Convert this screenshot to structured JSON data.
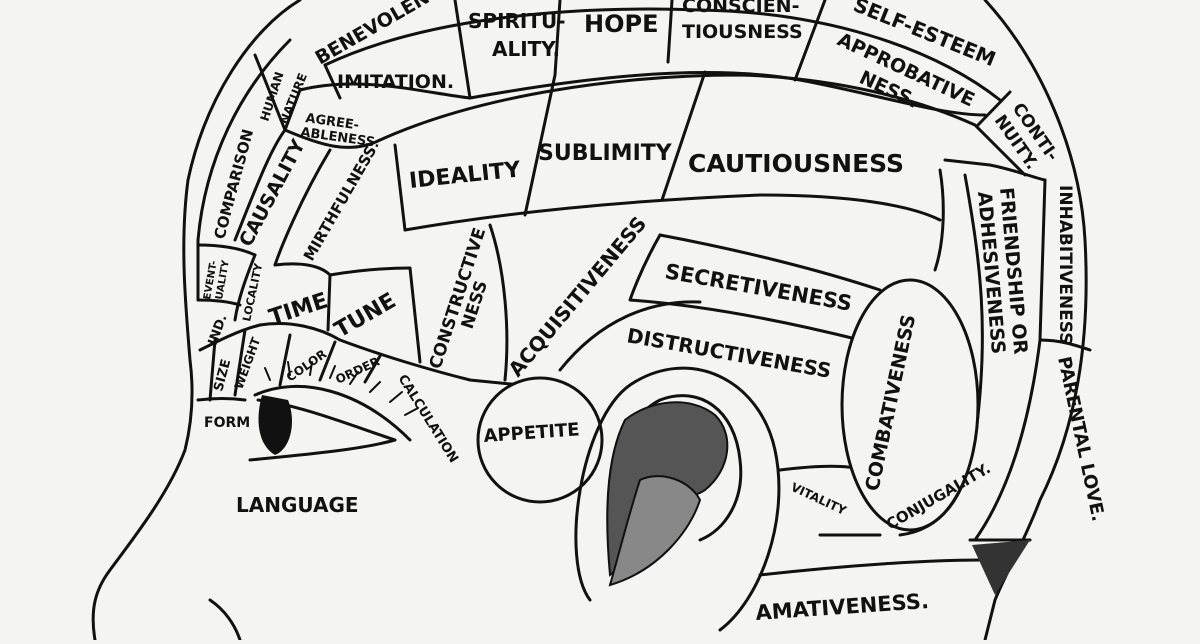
{
  "regions": {
    "benevolence": "BENEVOLENCE",
    "spirituality_1": "SPIRITU-",
    "spirituality_2": "ALITY.",
    "hope": "HOPE",
    "conscientiousness_1": "CONSCIEN-",
    "conscientiousness_2": "TIOUSNESS",
    "self_esteem": "SELF-ESTEEM",
    "approbativeness_1": "APPROBATIVE",
    "approbativeness_2": "NESS.",
    "continuity_1": "CONTI-",
    "continuity_2": "NUITY.",
    "human_nature_1": "HUMAN",
    "human_nature_2": "NATURE",
    "imitation": "IMITATION.",
    "agreeableness_1": "AGREE-",
    "agreeableness_2": "ABLENESS.",
    "ideality": "IDEALITY",
    "sublimity": "SUBLIMITY",
    "cautiousness": "CAUTIOUSNESS",
    "comparison": "COMPARISON",
    "causality": "CAUSALITY",
    "mirthfulness": "MIRTHFULNESS",
    "friendship_1": "FRIENDSHIP OR",
    "friendship_2": "ADHESIVENESS",
    "inhabitiveness": "INHABITIVENESS",
    "eventuality_1": "EVENT-",
    "eventuality_2": "UALITY",
    "locality": "LOCALITY",
    "time": "TIME",
    "tune": "TUNE",
    "constructiveness_1": "CONSTRUCTIVE",
    "constructiveness_2": "NESS",
    "acquisitiveness": "ACQUISITIVENESS",
    "secretiveness": "SECRETIVENESS",
    "destructiveness": "DISTRUCTIVENESS",
    "combativeness": "COMBATIVENESS",
    "parental_love": "PARENTAL LOVE.",
    "individuality": "IND.",
    "size": "SIZE",
    "weight": "WEIGHT",
    "color": "COLOR",
    "order": "ORDER",
    "calculation": "CALCULATION",
    "form": "FORM",
    "appetite": "APPETITE",
    "language": "LANGUAGE",
    "vitality": "VITALITY",
    "conjugality": "CONJUGALITY.",
    "amativeness": "AMATIVENESS."
  },
  "colors": {
    "ink": "#111111",
    "paper": "#f4f4f2"
  }
}
